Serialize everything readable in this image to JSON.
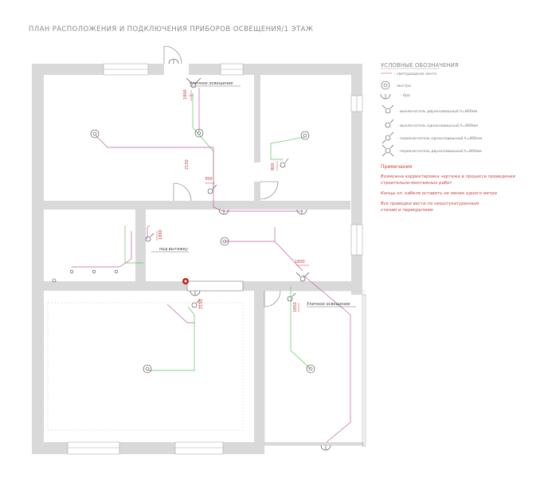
{
  "title": "ПЛАН РАСПОЛОЖЕНИЯ И ПОДКЛЮЧЕНИЯ ПРИБОРОВ ОСВЕЩЕНИЯ/1 ЭТАЖ",
  "legend": {
    "heading": "УСЛОВНЫЕ ОБОЗНАЧЕНИЯ",
    "items": [
      {
        "icon": "cable-line",
        "label": "- светодиодная лента"
      },
      {
        "icon": "chandelier-symbol",
        "label": "- люстра"
      },
      {
        "icon": "sconce-symbol",
        "label": "- бра"
      },
      {
        "icon": "double-switch-symbol",
        "label": "- выключатель двухклавишный h=800мм"
      },
      {
        "icon": "single-switch-symbol",
        "label": "- выключатель одноклавишный h=800мм"
      },
      {
        "icon": "single-passthrough-switch-symbol",
        "label": "- переключатель одноклавишный h=800мм"
      },
      {
        "icon": "double-passthrough-switch-symbol",
        "label": "- переключатель двухклавишный h=800мм"
      }
    ]
  },
  "notes": {
    "heading": "Примечания",
    "lines": [
      "Возможна корректировка чертежа в процессе проведения",
      "строительно-монтажных работ",
      "Концы эл. кабеля оставить не менее одного метра",
      "Все проводки вести по неоштукатуренным",
      "стенам и перекрытиям"
    ]
  },
  "tags": {
    "street_top": "Уличное освещение",
    "street_bottom": "Уличное освещение",
    "hood": "под вытяжку"
  },
  "dims": {
    "d1": "1800",
    "d2": "350",
    "d3": "800",
    "d4": "1800",
    "d5": "1800",
    "d6": "1850",
    "d7": "2150",
    "d8": "2150"
  },
  "colors": {
    "wall": "#d9d9d9",
    "feed": "#5cc85c",
    "wire": "#c060a0",
    "red": "#c02020",
    "text": "#8a8a8a"
  }
}
